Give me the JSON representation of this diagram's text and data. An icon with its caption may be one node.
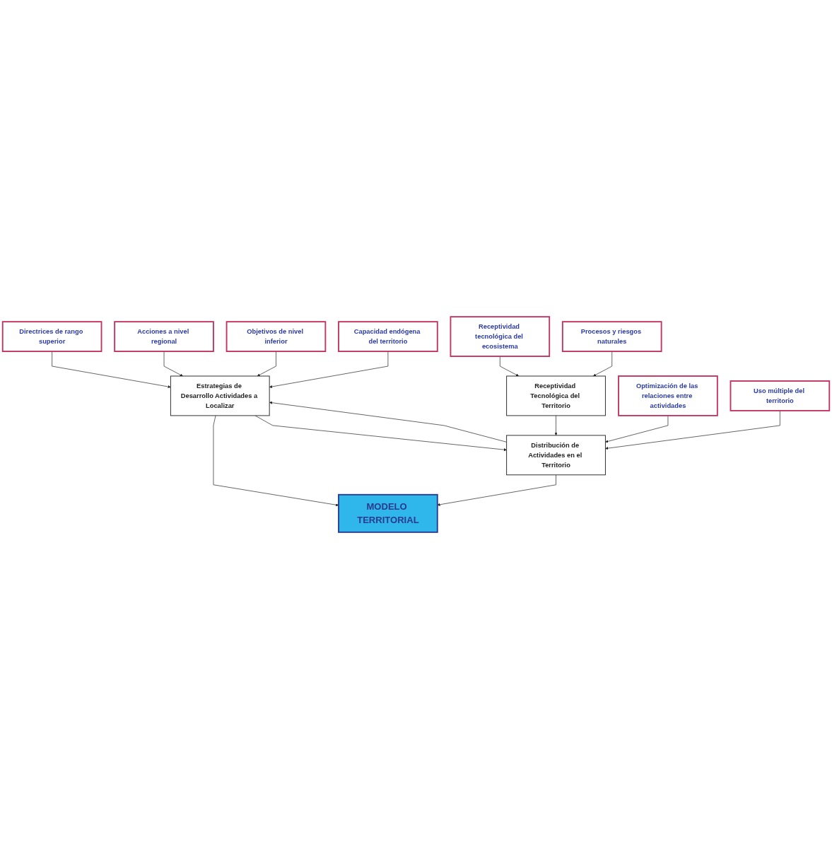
{
  "diagram": {
    "nodes": [
      {
        "text": [
          "Directrices de rango superior"
        ]
      },
      {
        "text": [
          "Acciones a nivel regional"
        ]
      },
      {
        "text": [
          "Objetivos de nivel inferior"
        ]
      },
      {
        "text": [
          "Capacidad endógena del territorio"
        ]
      },
      {
        "text": [
          "Estrategias de Desarrollo Actividades a Localizar"
        ]
      },
      {
        "text": [
          "MODELO TERRITORIAL"
        ]
      },
      {
        "text": [
          "Distribución de Actividades en el Territorio"
        ]
      },
      {
        "text": [
          "Receptividad Tecnológica del Territorio"
        ]
      },
      {
        "text": [
          "Receptividad tecnológica del ecosistema"
        ]
      },
      {
        "text": [
          "Procesos y riesgos naturales"
        ]
      },
      {
        "text": [
          "Optimización de las relaciones entre actividades"
        ]
      },
      {
        "text": [
          "Uso múltiple del territorio"
        ]
      }
    ],
    "edges": [
      {
        "from": 0,
        "to": 4,
        "arrow": "to"
      },
      {
        "from": 1,
        "to": 4,
        "arrow": "to"
      },
      {
        "from": 2,
        "to": 4,
        "arrow": "to"
      },
      {
        "from": 3,
        "to": 4,
        "arrow": "to"
      },
      {
        "from": 4,
        "to": 5,
        "arrow": "to"
      },
      {
        "from": 4,
        "to": 6,
        "arrow": "to"
      },
      {
        "from": 6,
        "to": 4,
        "arrow": "to"
      },
      {
        "from": 6,
        "to": 5,
        "arrow": "to"
      },
      {
        "from": 7,
        "to": 6,
        "arrow": "to"
      },
      {
        "from": 8,
        "to": 7,
        "arrow": "to"
      },
      {
        "from": 9,
        "to": 7,
        "arrow": "to"
      },
      {
        "from": 10,
        "to": 6,
        "arrow": "to"
      },
      {
        "from": 11,
        "to": 6,
        "arrow": "to"
      }
    ]
  }
}
